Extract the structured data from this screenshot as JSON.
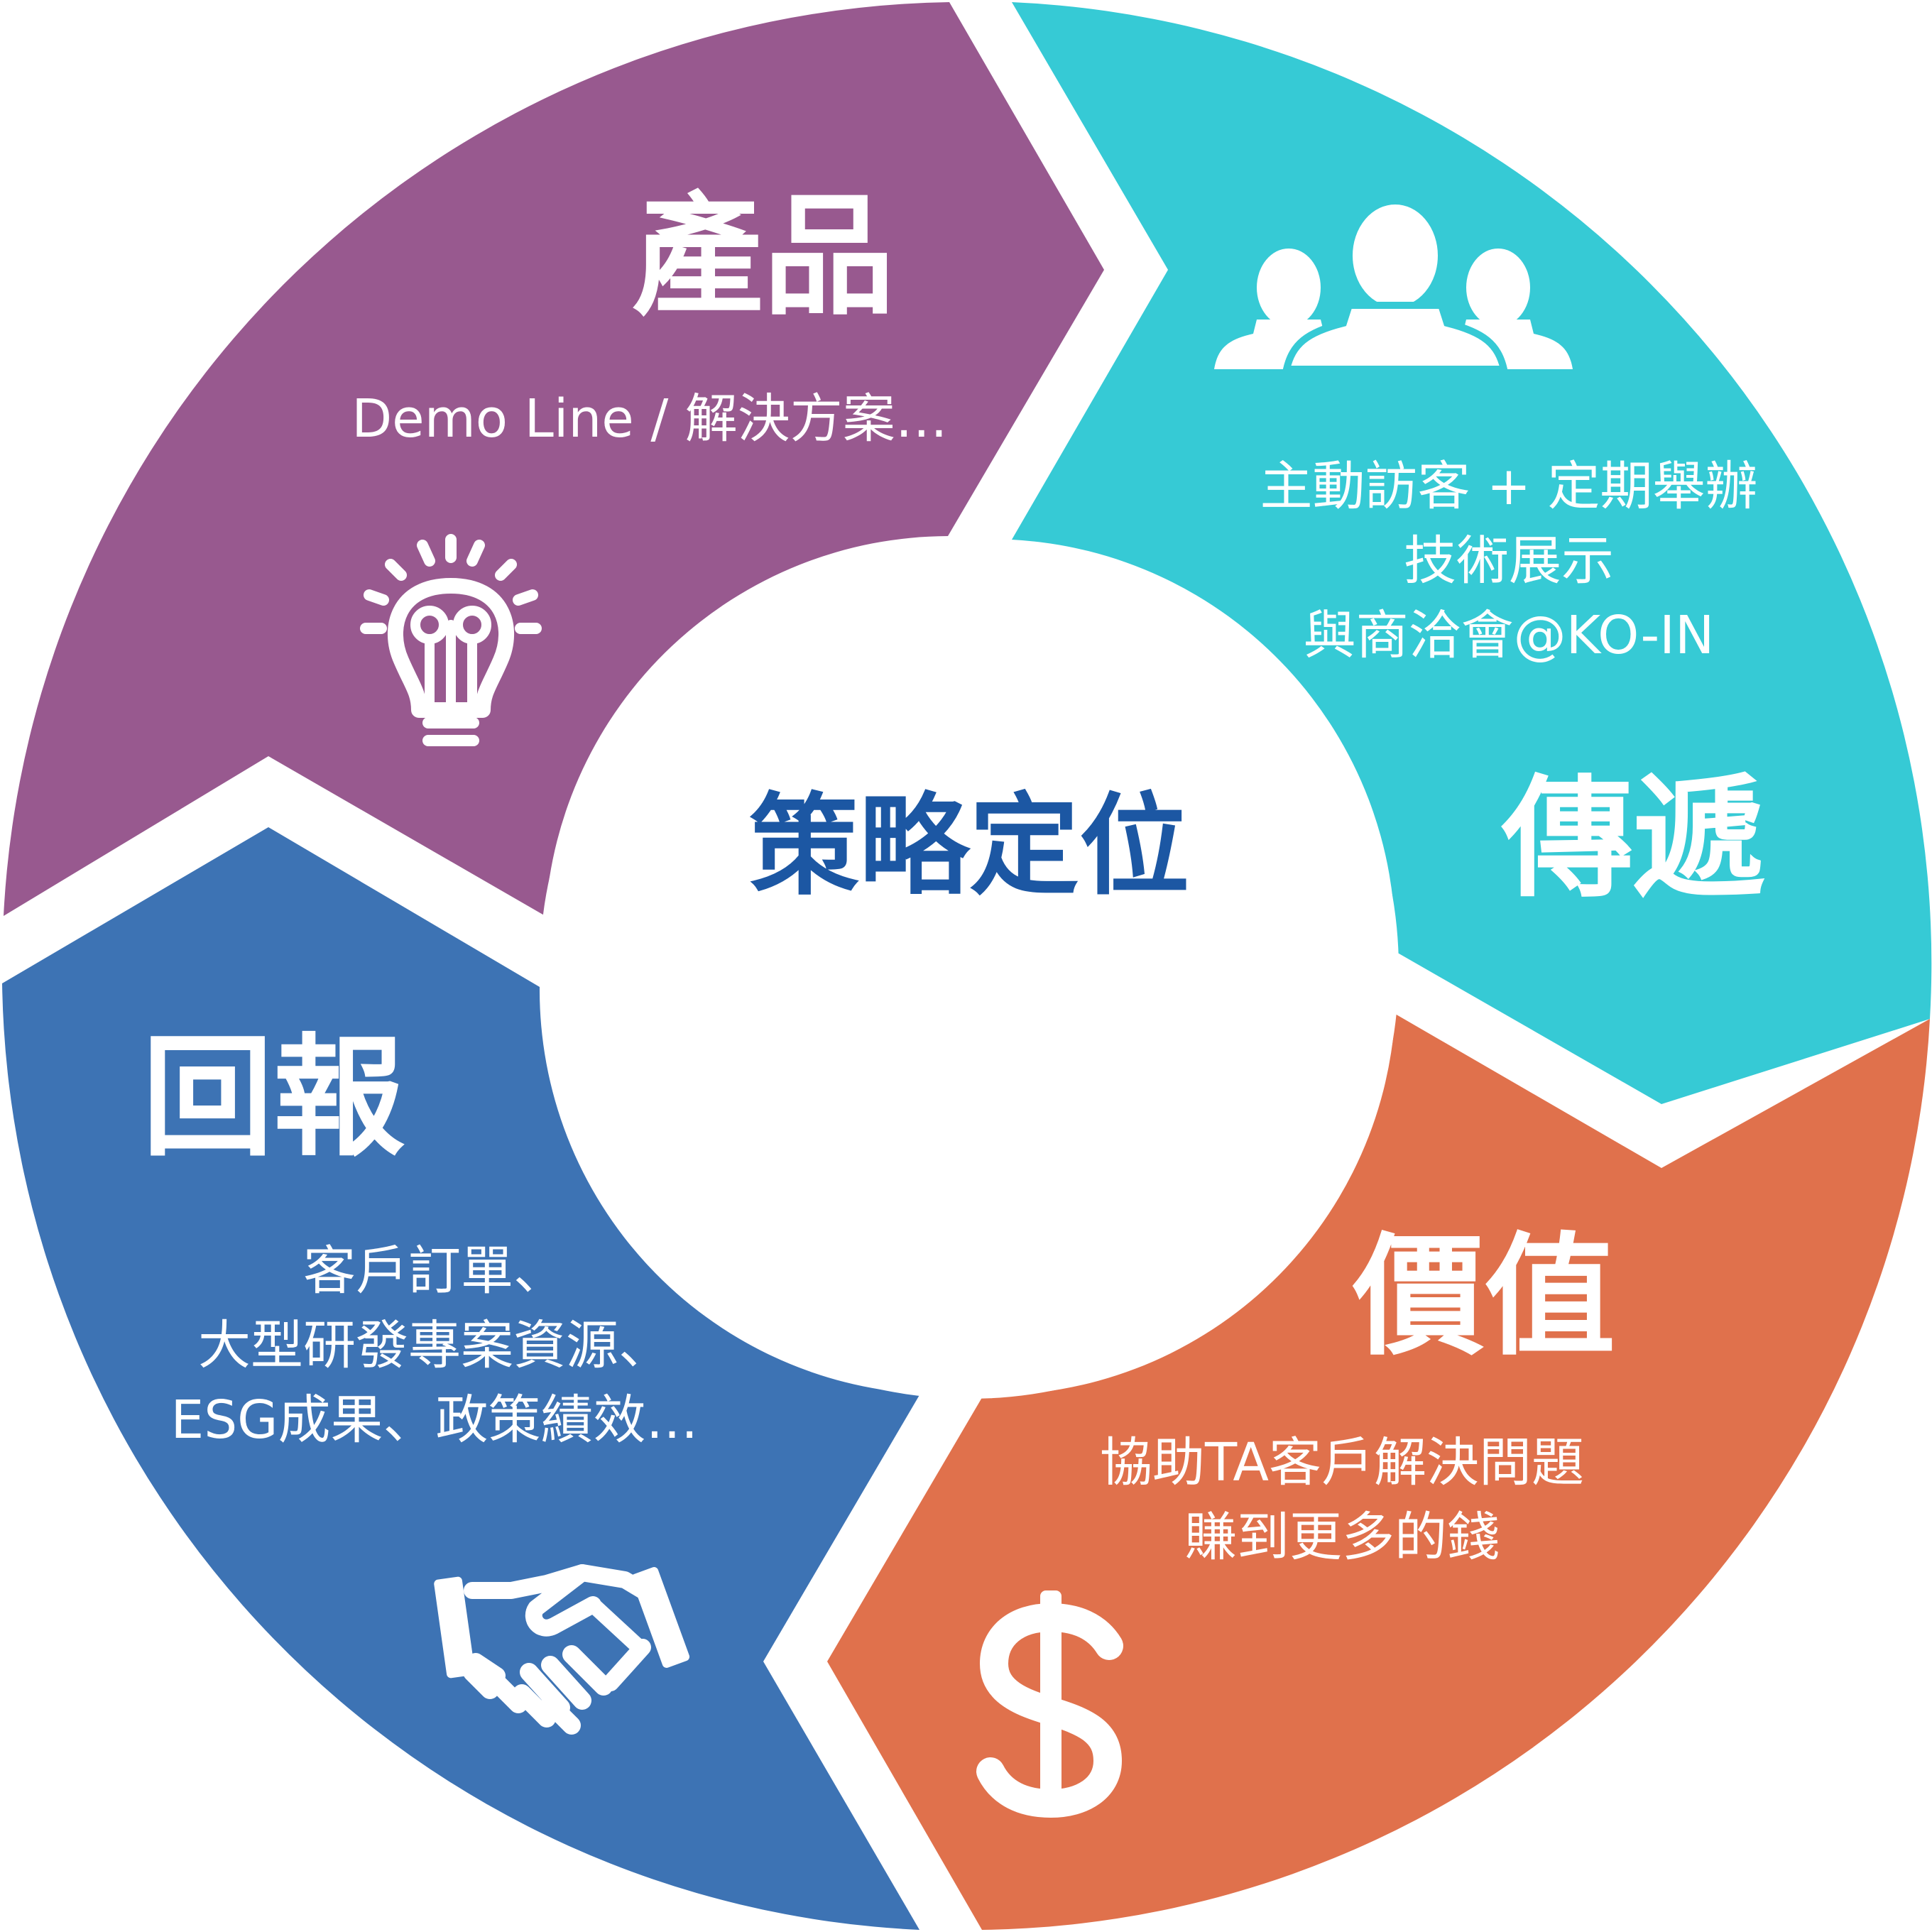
{
  "center": {
    "title": "策略定位",
    "subtitle_lines": [
      "企業共研、商機共享、產業創新",
      "且可持續循環的中立與多方",
      "研發合作平台"
    ]
  },
  "segments": {
    "product": {
      "title": "產品",
      "lines": [
        "Demo Line / 解決方案…"
      ],
      "icon": "lightbulb-icon"
    },
    "delivery": {
      "title": "傳遞",
      "lines": [
        "主動訪客 + 定期舉辦",
        "技術展示",
        "與商洽會@KO-IN"
      ],
      "icon": "people-icon"
    },
    "value": {
      "title": "價值",
      "lines": [
        "協助TA客戶解決問題",
        "賺到更多的錢"
      ],
      "icon": "dollar-icon"
    },
    "return": {
      "title": "回報",
      "lines": [
        "客戶訂單、",
        "大型研發專案資源、",
        "ESG成果、政策績效…"
      ],
      "icon": "handshake-icon"
    }
  },
  "colors": {
    "product": "#98598f",
    "delivery": "#36cad5",
    "value": "#e0714c",
    "return": "#3d73b4",
    "center_title": "#1c57a3",
    "text": "#ffffff",
    "background": "#ffffff"
  }
}
